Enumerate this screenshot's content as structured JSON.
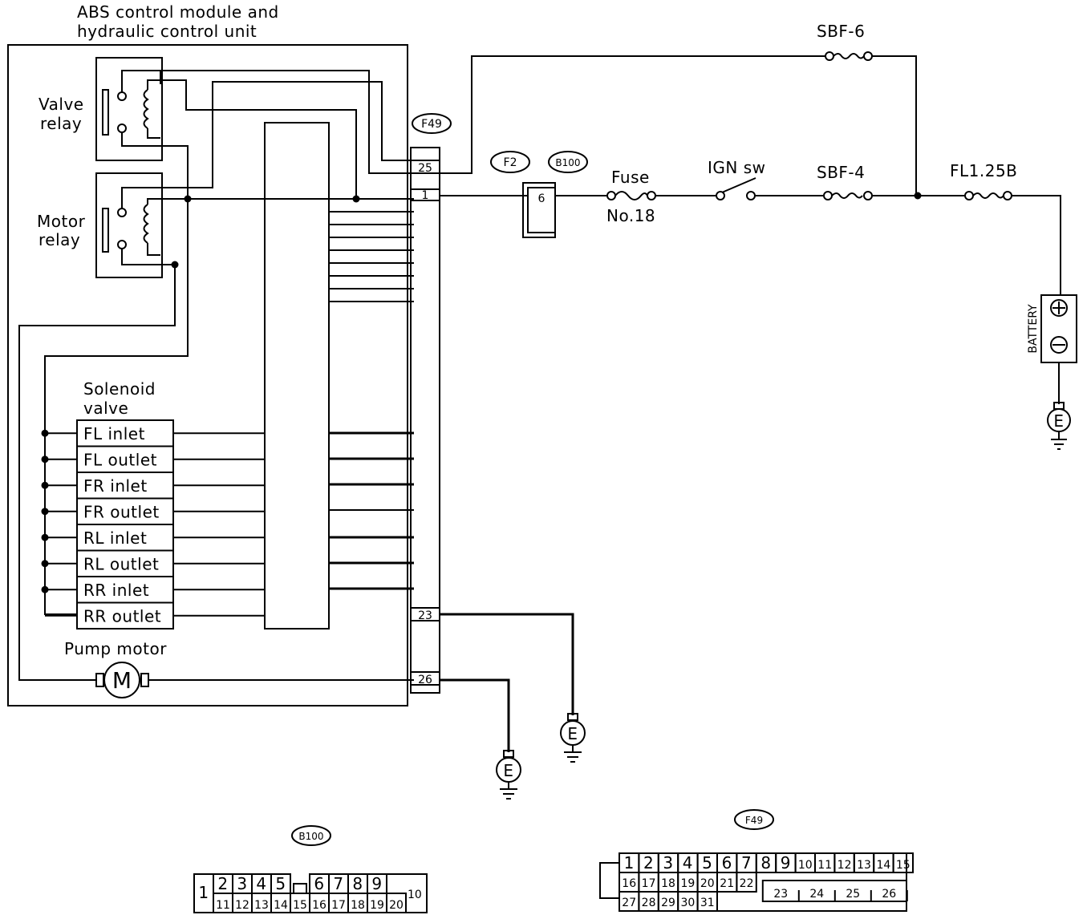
{
  "module": {
    "title_line1": "ABS control module and",
    "title_line2": "hydraulic control unit"
  },
  "relays": {
    "valve_line1": "Valve",
    "valve_line2": "relay",
    "motor_line1": "Motor",
    "motor_line2": "relay"
  },
  "solenoid": {
    "title_line1": "Solenoid",
    "title_line2": "valve",
    "valves": [
      "FL inlet",
      "FL outlet",
      "FR inlet",
      "FR outlet",
      "RL inlet",
      "RL outlet",
      "RR inlet",
      "RR outlet"
    ]
  },
  "pump_motor": {
    "label": "Pump motor",
    "symbol": "M"
  },
  "connectors": {
    "f49": "F49",
    "f2": "F2",
    "b100": "B100",
    "pins": {
      "p25": "25",
      "p1": "1",
      "p23": "23",
      "p26": "26",
      "p6": "6"
    }
  },
  "power": {
    "sbf6": "SBF-6",
    "sbf4": "SBF-4",
    "fl125b": "FL1.25B",
    "fuse_line1": "Fuse",
    "fuse_line2": "No.18",
    "ign": "IGN sw",
    "battery": "BATTERY",
    "ground": "E"
  },
  "b100_pinout": {
    "label": "B100",
    "top": [
      "2",
      "3",
      "4",
      "5",
      "",
      "6",
      "7",
      "8",
      "9"
    ],
    "bottom": [
      "11",
      "12",
      "13",
      "14",
      "15",
      "16",
      "17",
      "18",
      "19",
      "20"
    ],
    "left": "1",
    "right": "10"
  },
  "f49_pinout": {
    "label": "F49",
    "row1": [
      "1",
      "2",
      "3",
      "4",
      "5",
      "6",
      "7",
      "8",
      "9",
      "10",
      "11",
      "12",
      "13",
      "14",
      "15"
    ],
    "row2": [
      "16",
      "17",
      "18",
      "19",
      "20",
      "21",
      "22"
    ],
    "row2_wide": [
      "23",
      "24",
      "25",
      "26"
    ],
    "row3": [
      "27",
      "28",
      "29",
      "30",
      "31"
    ]
  }
}
